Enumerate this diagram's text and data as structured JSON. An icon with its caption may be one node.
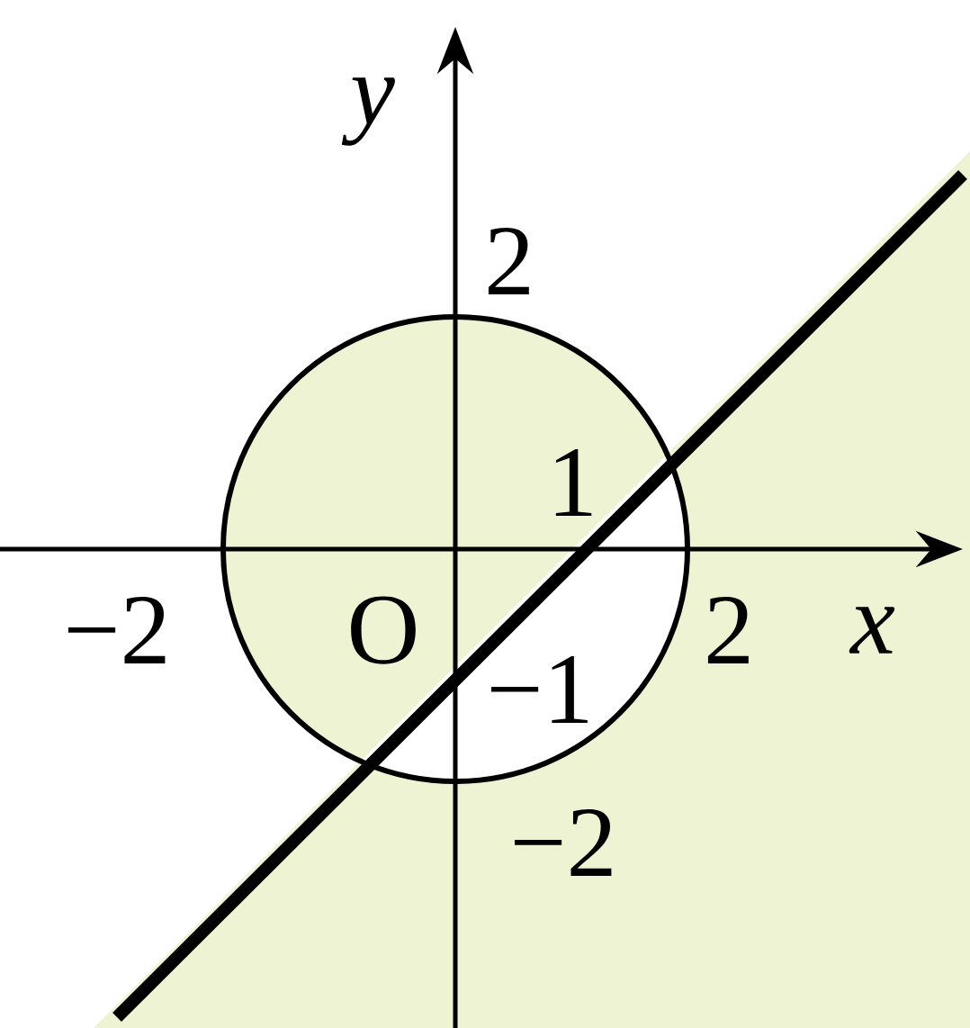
{
  "diagram": {
    "labels": [
      "y",
      "2",
      "1",
      "−2",
      "O",
      "2",
      "x",
      "−1",
      "−2"
    ]
  }
}
